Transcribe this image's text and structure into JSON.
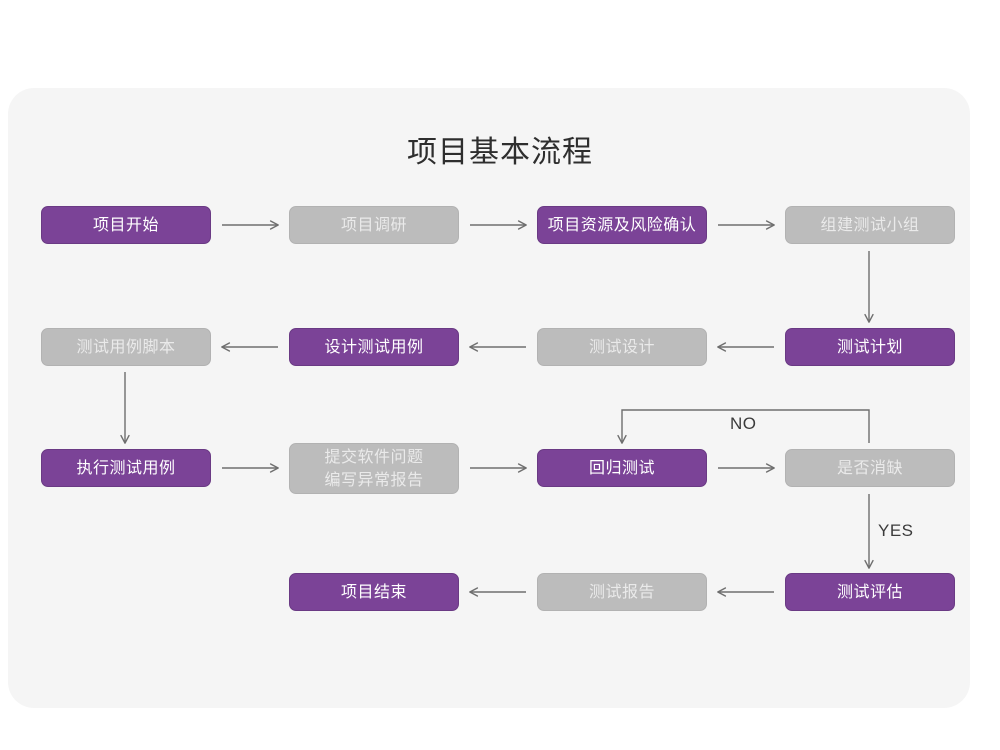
{
  "diagram": {
    "title": "项目基本流程",
    "palette": {
      "purple": "#7b4397",
      "purple_border": "#6a3a84",
      "gray": "#bcbcbc",
      "gray_border": "#b2b2b2",
      "panel_bg": "#f5f5f5",
      "page_bg": "#ffffff",
      "arrow": "#6e6e6e",
      "title_text": "#2e2e2e"
    },
    "nodes": [
      {
        "id": "n1",
        "label": "项目开始",
        "style": "purple"
      },
      {
        "id": "n2",
        "label": "项目调研",
        "style": "gray"
      },
      {
        "id": "n3",
        "label": "项目资源及风险确认",
        "style": "purple"
      },
      {
        "id": "n4",
        "label": "组建测试小组",
        "style": "gray"
      },
      {
        "id": "n5",
        "label": "测试用例脚本",
        "style": "gray"
      },
      {
        "id": "n6",
        "label": "设计测试用例",
        "style": "purple"
      },
      {
        "id": "n7",
        "label": "测试设计",
        "style": "gray"
      },
      {
        "id": "n8",
        "label": "测试计划",
        "style": "purple"
      },
      {
        "id": "n9",
        "label": "执行测试用例",
        "style": "purple"
      },
      {
        "id": "n10",
        "label": "提交软件问题\n编写异常报告",
        "style": "gray"
      },
      {
        "id": "n11",
        "label": "回归测试",
        "style": "purple"
      },
      {
        "id": "n12",
        "label": "是否消缺",
        "style": "gray"
      },
      {
        "id": "n13",
        "label": "项目结束",
        "style": "purple"
      },
      {
        "id": "n14",
        "label": "测试报告",
        "style": "gray"
      },
      {
        "id": "n15",
        "label": "测试评估",
        "style": "purple"
      }
    ],
    "edge_labels": {
      "no": "NO",
      "yes": "YES"
    },
    "flow": [
      "项目开始 → 项目调研",
      "项目调研 → 项目资源及风险确认",
      "项目资源及风险确认 → 组建测试小组",
      "组建测试小组 ↓ 测试计划",
      "测试计划 ← 测试设计",
      "测试设计 ← 设计测试用例",
      "设计测试用例 ← 测试用例脚本",
      "测试用例脚本 ↓ 执行测试用例",
      "执行测试用例 → 提交软件问题编写异常报告",
      "提交软件问题编写异常报告 → 回归测试",
      "回归测试 → 是否消缺",
      "是否消缺 NO ↺ 回归测试",
      "是否消缺 YES ↓ 测试评估",
      "测试评估 ← 测试报告",
      "测试报告 ← 项目结束"
    ]
  }
}
